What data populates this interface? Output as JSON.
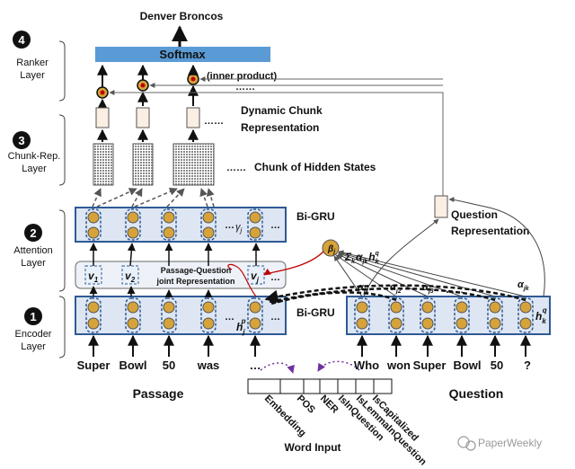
{
  "output_label": "Denver Broncos",
  "softmax_label": "Softmax",
  "inner_product_label": "(inner product)",
  "dynamic_chunk_label_1": "Dynamic Chunk",
  "dynamic_chunk_label_2": "Representation",
  "chunk_hidden_label": "Chunk of Hidden States",
  "bigru_top_label": "Bi-GRU",
  "bigru_bottom_label": "Bi-GRU",
  "question_rep_label_1": "Question",
  "question_rep_label_2": "Representation",
  "pq_joint_label_1": "Passage-Question",
  "pq_joint_label_2": "joint Representation",
  "attention_sum_label": "Σ",
  "beta_label": "β",
  "gamma_label": "γ",
  "h_p_label": "h",
  "h_q_label": "h",
  "ellipsis": "…",
  "layers": [
    {
      "num": "4",
      "line1": "Ranker",
      "line2": "Layer"
    },
    {
      "num": "3",
      "line1": "Chunk-Rep.",
      "line2": "Layer"
    },
    {
      "num": "2",
      "line1": "Attention",
      "line2": "Layer"
    },
    {
      "num": "1",
      "line1": "Encoder",
      "line2": "Layer"
    }
  ],
  "passage_words": [
    "Super",
    "Bowl",
    "50",
    "was",
    "…"
  ],
  "question_words": [
    "Who",
    "won",
    "Super",
    "Bowl",
    "50",
    "?"
  ],
  "alpha_labels": [
    "α",
    "α",
    "α",
    "α"
  ],
  "v_labels": [
    "v",
    "v",
    "v"
  ],
  "passage_title": "Passage",
  "question_title": "Question",
  "word_features": [
    "Embedding",
    "POS",
    "NER",
    "IsInQuestion",
    "IsLemmaInQuestion",
    "IsCapitalized"
  ],
  "word_input_label": "Word Input",
  "watermark": "PaperWeekly",
  "colors": {
    "softmax": "#5b9bd5",
    "node_fill": "#d6a33b",
    "box_border": "#2e5a94",
    "panel_fill": "#dde6f2",
    "red": "#c00000"
  }
}
